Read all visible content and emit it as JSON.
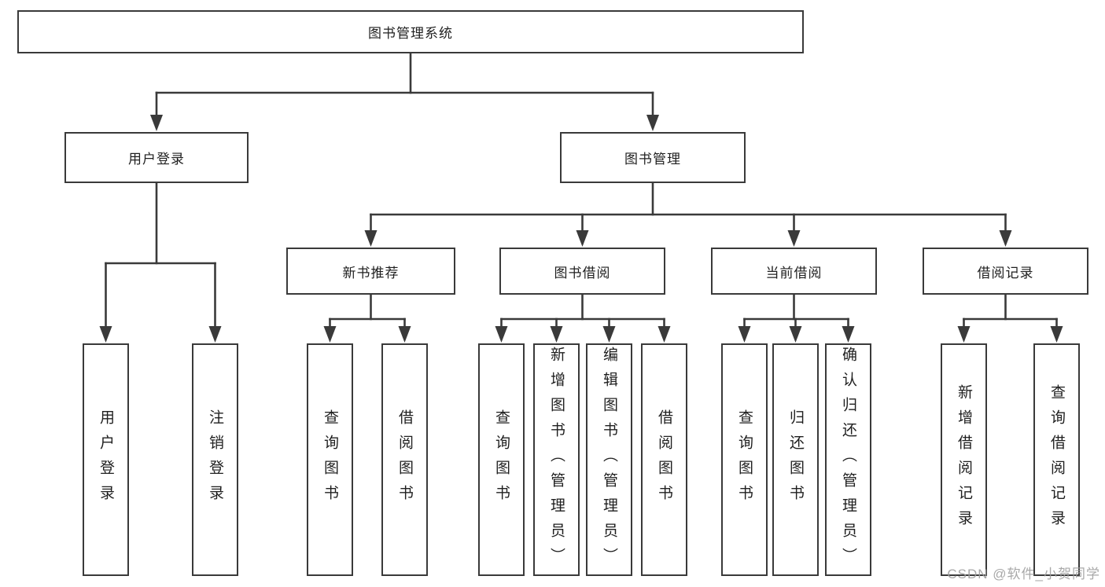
{
  "diagram": {
    "root": {
      "label": "图书管理系统"
    },
    "level2": [
      {
        "label": "用户登录"
      },
      {
        "label": "图书管理"
      }
    ],
    "level3": [
      {
        "label": "新书推荐"
      },
      {
        "label": "图书借阅"
      },
      {
        "label": "当前借阅"
      },
      {
        "label": "借阅记录"
      }
    ],
    "leaves": [
      {
        "label": "用户登录"
      },
      {
        "label": "注销登录"
      },
      {
        "label": "查询图书"
      },
      {
        "label": "借阅图书"
      },
      {
        "label": "查询图书"
      },
      {
        "label": "新增图书（管理员）"
      },
      {
        "label": "编辑图书（管理员）"
      },
      {
        "label": "借阅图书"
      },
      {
        "label": "查询图书"
      },
      {
        "label": "归还图书"
      },
      {
        "label": "确认归还（管理员）"
      },
      {
        "label": "新增借阅记录"
      },
      {
        "label": "查询借阅记录"
      }
    ],
    "watermark": "CSDN @软件_小贺同学",
    "colors": {
      "line": "#3a3a3a",
      "box_border": "#3a3a3a",
      "text": "#1f1f1f",
      "watermark": "#9e9e9e",
      "background": "#ffffff"
    }
  }
}
